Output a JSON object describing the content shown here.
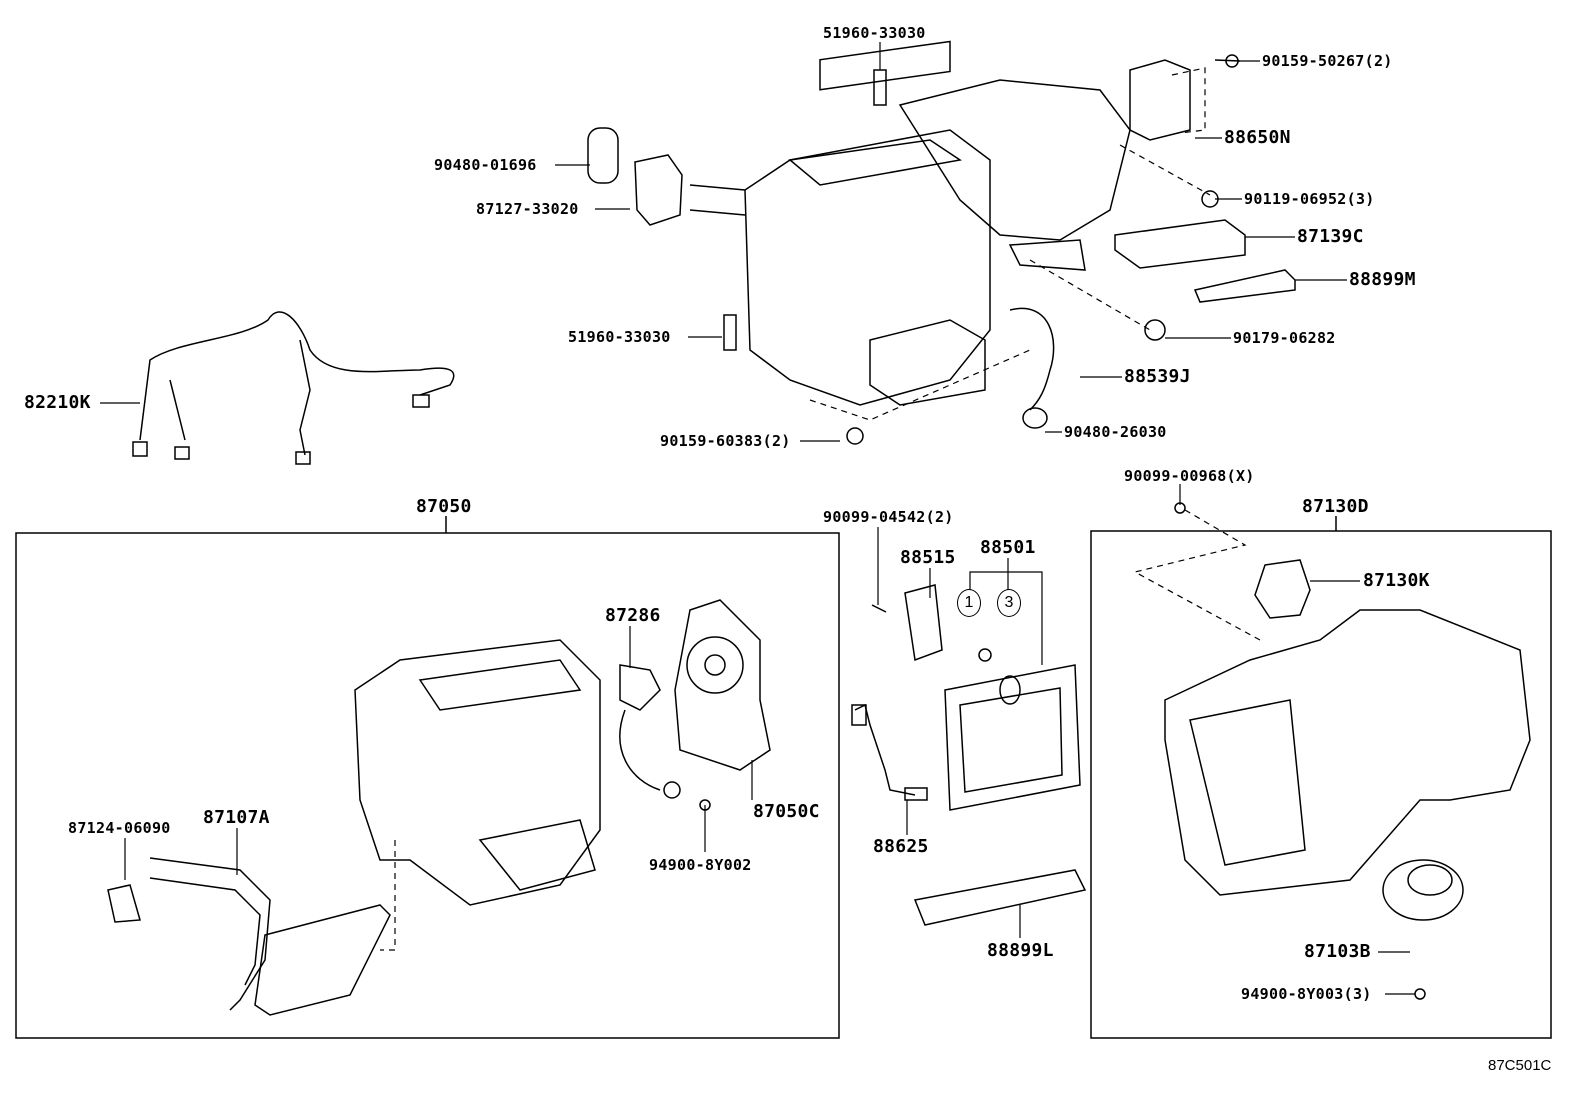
{
  "callouts": {
    "top_bracket": "51960-33030",
    "mid_bracket": "51960-33030",
    "screw_50267": "90159-50267(2)",
    "amp_88650n": "88650N",
    "grommet_01696": "90480-01696",
    "packing_33020": "87127-33020",
    "screw_06952": "90119-06952(3)",
    "filter_87139c": "87139C",
    "cover_88899m": "88899M",
    "clip_06282": "90179-06282",
    "hose_88539j": "88539J",
    "wire_82210k": "82210K",
    "screw_60383": "90159-60383(2)",
    "grommet_26030": "90480-26030",
    "screw_00968": "90099-00968(X)",
    "unit_87050": "87050",
    "screw_04542": "90099-04542(2)",
    "blower_87130d": "87130D",
    "valve_88515": "88515",
    "evap_88501": "88501",
    "servo_87130k": "87130K",
    "sensor_87286": "87286",
    "clamp_06090": "87124-06090",
    "core_87107a": "87107A",
    "servo_87050c": "87050C",
    "screw_8y002": "94900-8Y002",
    "thermistor_88625": "88625",
    "cover_88899l": "88899L",
    "motor_87103b": "87103B",
    "screw_8y003": "94900-8Y003(3)",
    "circle_1": "1",
    "circle_3": "3"
  },
  "diagram_code": "87C501C"
}
